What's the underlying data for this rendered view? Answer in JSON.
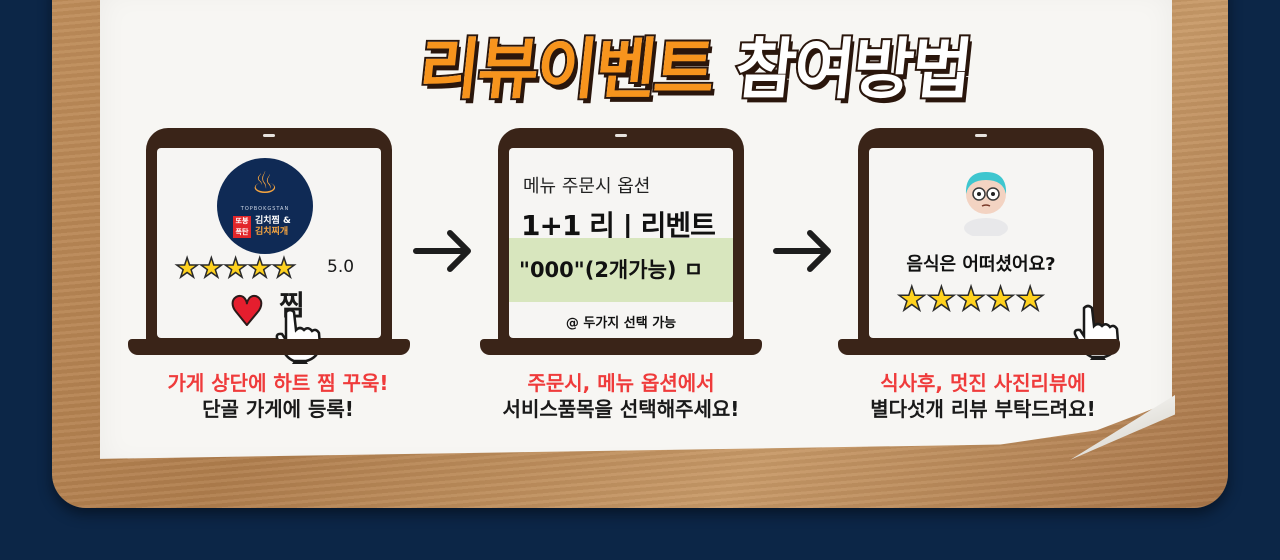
{
  "title": {
    "part1": "리뷰이벤트",
    "part2": "참여방법"
  },
  "step1": {
    "logo_small": "TOPBOKGSTAN",
    "logo_tag": "또봉\n폭탄",
    "logo_name_line1": "김치찜 &",
    "logo_name_line2": "김치찌개",
    "rating": "5.0",
    "jjim": "찜",
    "caption_red": "가게 상단에 하트 찜 꾸욱!",
    "caption_dark": "단골 가게에 등록!"
  },
  "step2": {
    "line1": "메뉴 주문시 옵션",
    "line2": "1+1 리 | 리벤트",
    "line3": "\"000\"(2개가능) ㅁ",
    "line4": "@ 두가지 선택 가능",
    "caption_red": "주문시, 메뉴 옵션에서",
    "caption_dark": "서비스품목을 선택해주세요!"
  },
  "step3": {
    "question": "음식은 어떠셨어요?",
    "caption_red": "식사후, 멋진 사진리뷰에",
    "caption_dark": "별다섯개 리뷰 부탁드려요!"
  },
  "icons": {
    "star": "star-icon",
    "heart": "heart-icon",
    "hand": "pointing-hand-icon",
    "arrow": "arrow-right-icon"
  },
  "colors": {
    "background": "#0c2647",
    "title_orange": "#f7941d",
    "caption_red": "#ef3b3b",
    "laptop": "#3a2418",
    "highlight_green": "#d8e6be"
  }
}
